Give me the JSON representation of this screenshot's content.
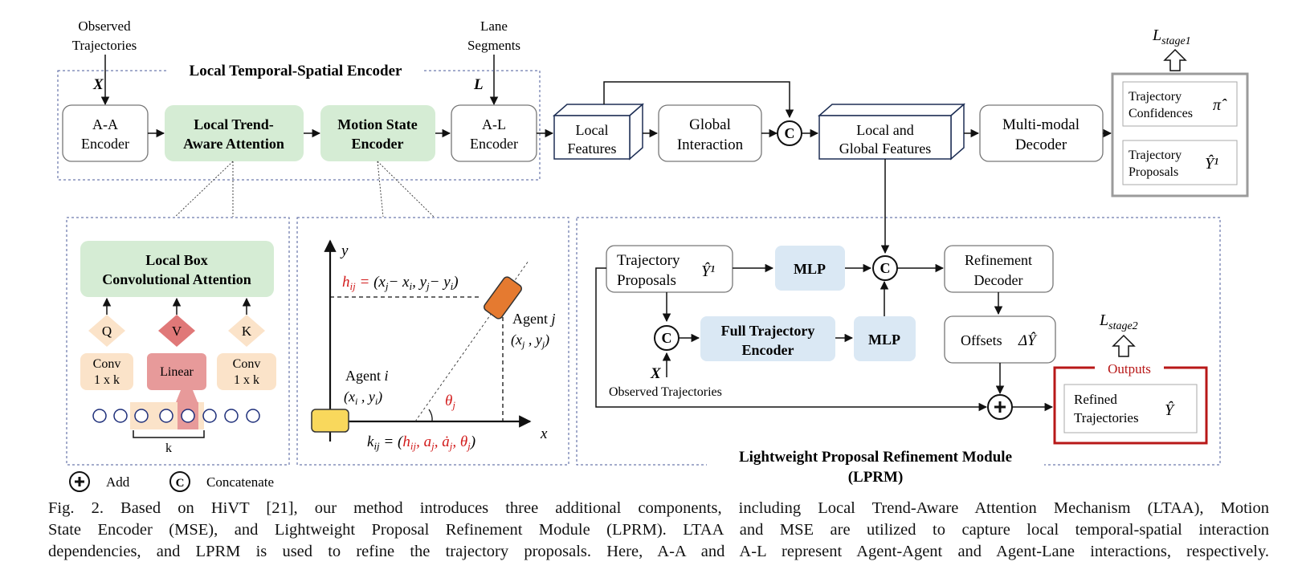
{
  "colors": {
    "green_box": "#d5ecd4",
    "blue_box": "#dae8f4",
    "peach_box": "#fbe3c9",
    "red_box": "#e79a9a",
    "red_diamond": "#e07878",
    "agent_orange": "#e57a30",
    "agent_yellow": "#f9d85c",
    "output_red": "#b81818",
    "highlight_red": "#d21c1c"
  },
  "inputs": {
    "observed_label": "Observed Trajectories",
    "observed_symbol": "X",
    "lane_label": "Lane Segments",
    "lane_symbol": "L"
  },
  "encoder": {
    "group_title": "Local Temporal-Spatial Encoder",
    "aa_encoder": "A-A Encoder",
    "ltaa": "Local Trend-Aware Attention",
    "mse": "Motion State Encoder",
    "al_encoder": "A-L Encoder"
  },
  "pipeline": {
    "local_features": "Local Features",
    "global_interaction": "Global Interaction",
    "local_global_features": "Local and Global Features",
    "multimodal_decoder": "Multi-modal Decoder",
    "loss_stage1": "L_stage1",
    "traj_confidences": "Trajectory Confidences",
    "pi_hat": "π̂",
    "traj_proposals": "Trajectory Proposals",
    "y1_hat": "Ŷ¹"
  },
  "ltaa_detail": {
    "title": "Local Box Convolutional Attention",
    "q": "Q",
    "v": "V",
    "k": "K",
    "conv_left": "Conv 1 x k",
    "linear": "Linear",
    "conv_right": "Conv 1 x k",
    "k_label": "k"
  },
  "mse_detail": {
    "y_axis": "y",
    "x_axis": "x",
    "h_ij_lhs": "h_ij =",
    "h_ij_rhs": "(x_j− x_i, y_j− y_i)",
    "agent_i": "Agent i",
    "agent_i_pos": "(x_i , y_i)",
    "agent_j": "Agent j",
    "agent_j_pos": "(x_j , y_j)",
    "theta_j": "θ_j",
    "k_ij_lhs": "k_ij =",
    "k_ij_rhs": "(h_ij, a_j, ȧ_j, θ_j)"
  },
  "lprm": {
    "traj_proposals": "Trajectory Proposals",
    "y1_hat": "Ŷ¹",
    "mlp_top": "MLP",
    "full_traj_encoder": "Full Trajectory Encoder",
    "mlp_bottom": "MLP",
    "refinement_decoder": "Refinement Decoder",
    "offsets": "Offsets",
    "delta_y": "ΔŶ",
    "x_symbol": "X",
    "observed_label": "Observed Trajectories",
    "loss_stage2": "L_stage2",
    "outputs": "Outputs",
    "refined_traj": "Refined Trajectories",
    "y_hat": "Ŷ",
    "title_line1": "Lightweight Proposal Refinement Module",
    "title_line2": "(LPRM)"
  },
  "legend": {
    "add": "Add",
    "concat": "Concatenate"
  },
  "caption": {
    "line1": "Fig. 2.   Based on HiVT [21], our method introduces three additional components, including Local Trend-Aware Attention Mechanism (LTAA), Motion",
    "line2": "State Encoder (MSE), and Lightweight Proposal Refinement Module (LPRM). LTAA and MSE are utilized to capture local temporal-spatial interaction",
    "line3": "dependencies, and LPRM is used to refine the trajectory proposals. Here, A-A and A-L represent Agent-Agent and Agent-Lane interactions, respectively."
  }
}
